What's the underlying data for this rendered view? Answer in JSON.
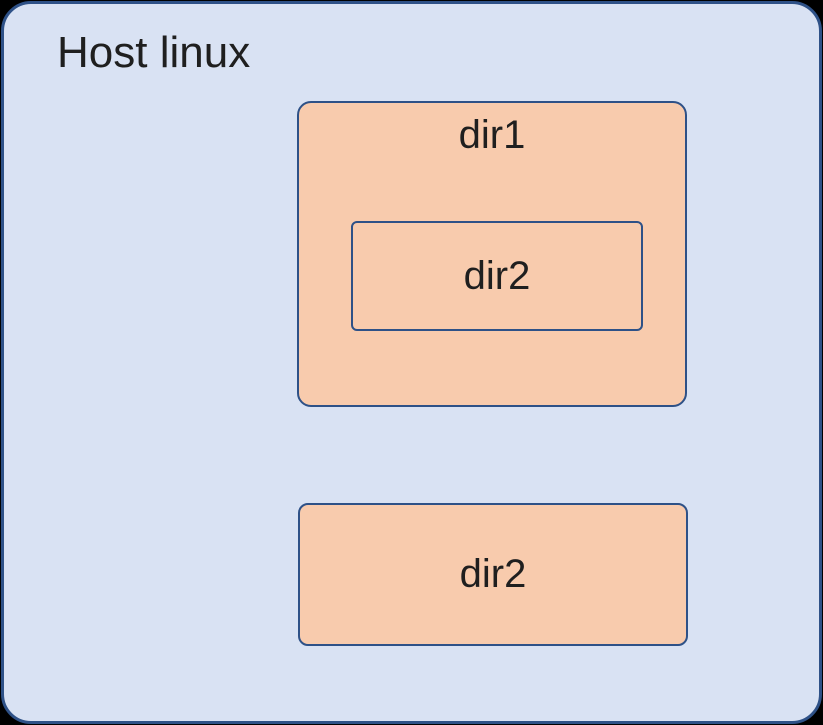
{
  "diagram": {
    "host": {
      "label": "Host linux"
    },
    "dir1": {
      "label": "dir1"
    },
    "dir2_nested": {
      "label": "dir2"
    },
    "dir2_standalone": {
      "label": "dir2"
    },
    "colors": {
      "canvas_bg": "#000000",
      "host_fill": "#d9e2f3",
      "dir_fill": "#f8cbad",
      "border": "#2e5187",
      "text": "#1f1f1f"
    }
  }
}
